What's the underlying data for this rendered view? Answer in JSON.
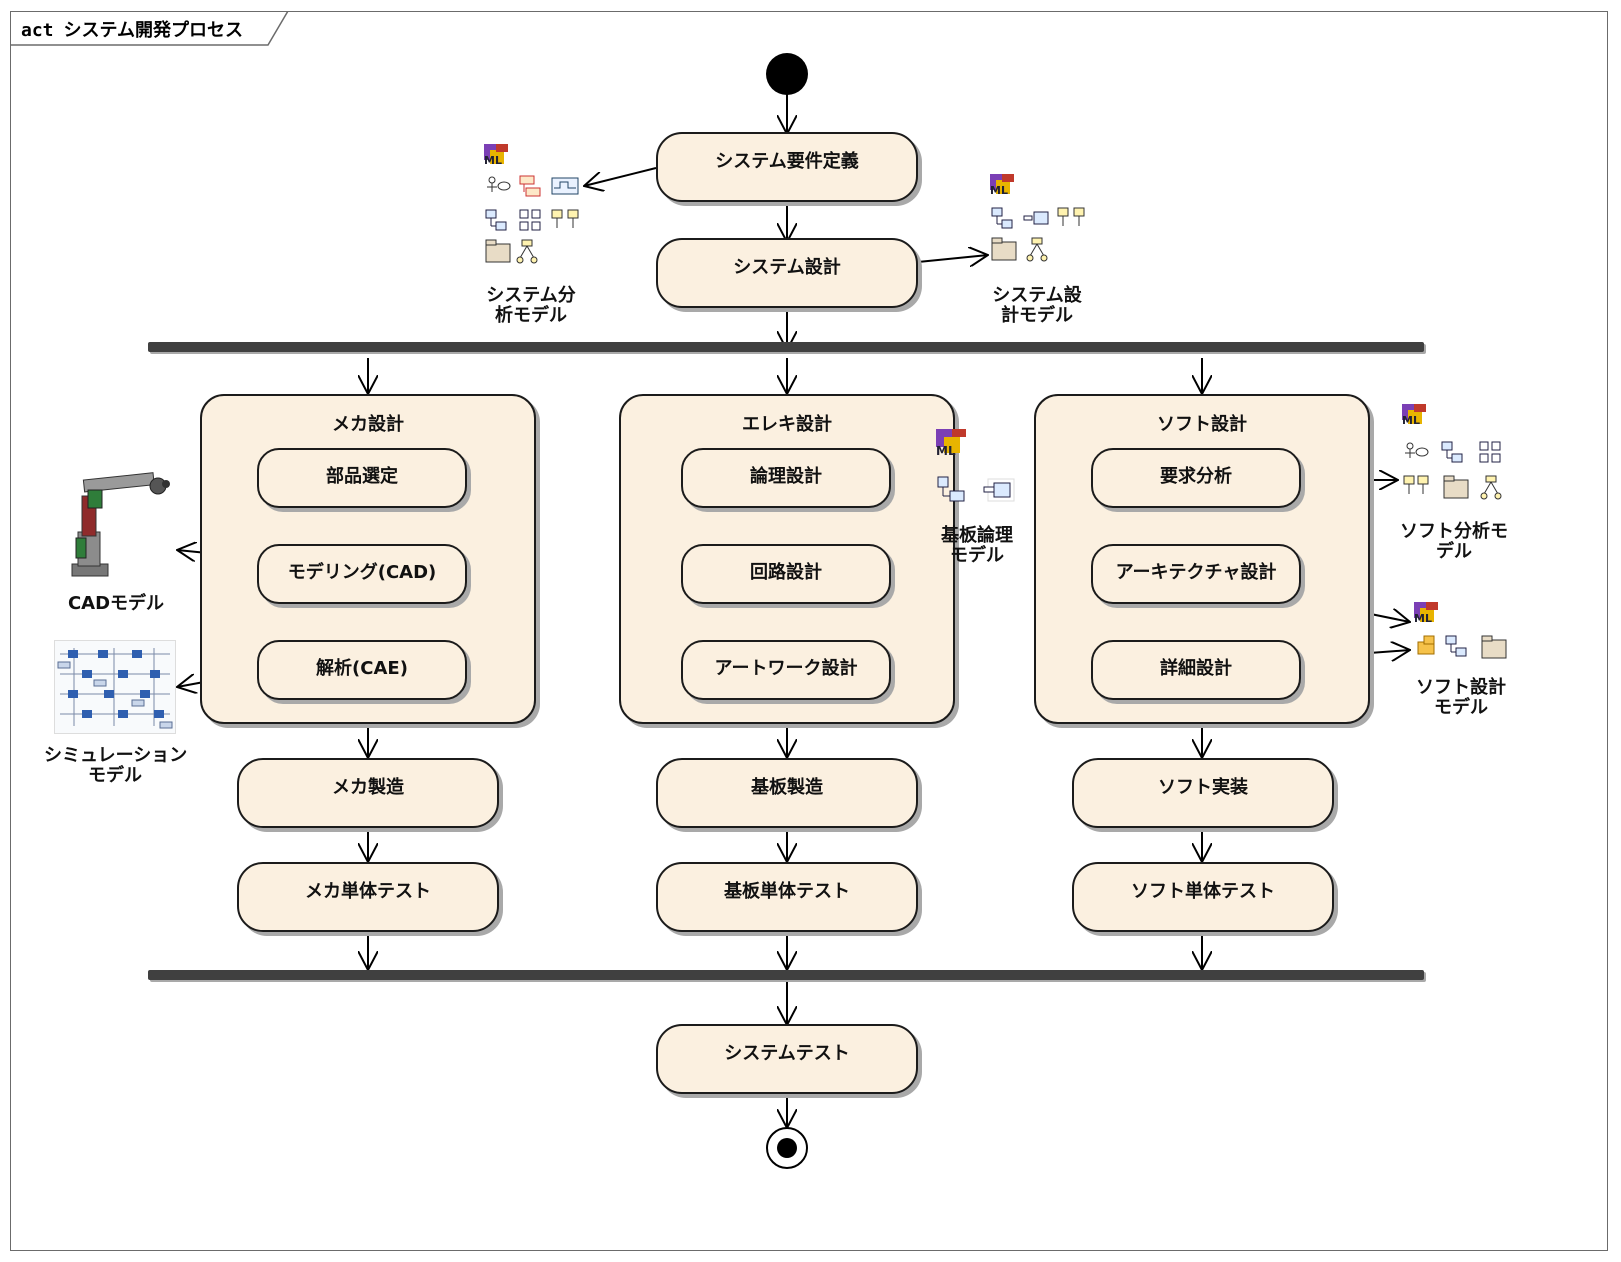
{
  "frame": {
    "keyword": "act",
    "title": "システム開発プロセス"
  },
  "actions": {
    "sys_req": "システム要件定義",
    "sys_design": "システム設計",
    "mecha_mfg": "メカ製造",
    "mecha_test": "メカ単体テスト",
    "board_mfg": "基板製造",
    "board_test": "基板単体テスト",
    "soft_impl": "ソフト実装",
    "soft_test": "ソフト単体テスト",
    "sys_test": "システムテスト"
  },
  "regions": {
    "mecha": {
      "title": "メカ設計",
      "steps": [
        "部品選定",
        "モデリング(CAD)",
        "解析(CAE)"
      ]
    },
    "elec": {
      "title": "エレキ設計",
      "steps": [
        "論理設計",
        "回路設計",
        "アートワーク設計"
      ]
    },
    "soft": {
      "title": "ソフト設計",
      "steps": [
        "要求分析",
        "アーキテクチャ設計",
        "詳細設計"
      ]
    }
  },
  "artifacts": {
    "sys_analysis": [
      "システム分",
      "析モデル"
    ],
    "sys_design_model": [
      "システム設",
      "計モデル"
    ],
    "board_logic": [
      "基板論理",
      "モデル"
    ],
    "soft_analysis": [
      "ソフト分析モ",
      "デル"
    ],
    "soft_design": [
      "ソフト設計",
      "モデル"
    ],
    "cad_model": "CADモデル",
    "sim_model": [
      "シミュレーション",
      "モデル"
    ]
  },
  "icons": {
    "uml_logo": "uml-logo-icon",
    "palette": [
      "usecase-icon",
      "requirement-icon",
      "timing-icon",
      "class-icon",
      "component-icon",
      "object-icon",
      "package-icon",
      "activity-icon",
      "composite-icon",
      "deployment-icon"
    ]
  },
  "colors": {
    "action_fill": "#fbf0e0",
    "border": "#1b1b1b",
    "shadow": "#a9a9a9",
    "bar": "#404040"
  }
}
